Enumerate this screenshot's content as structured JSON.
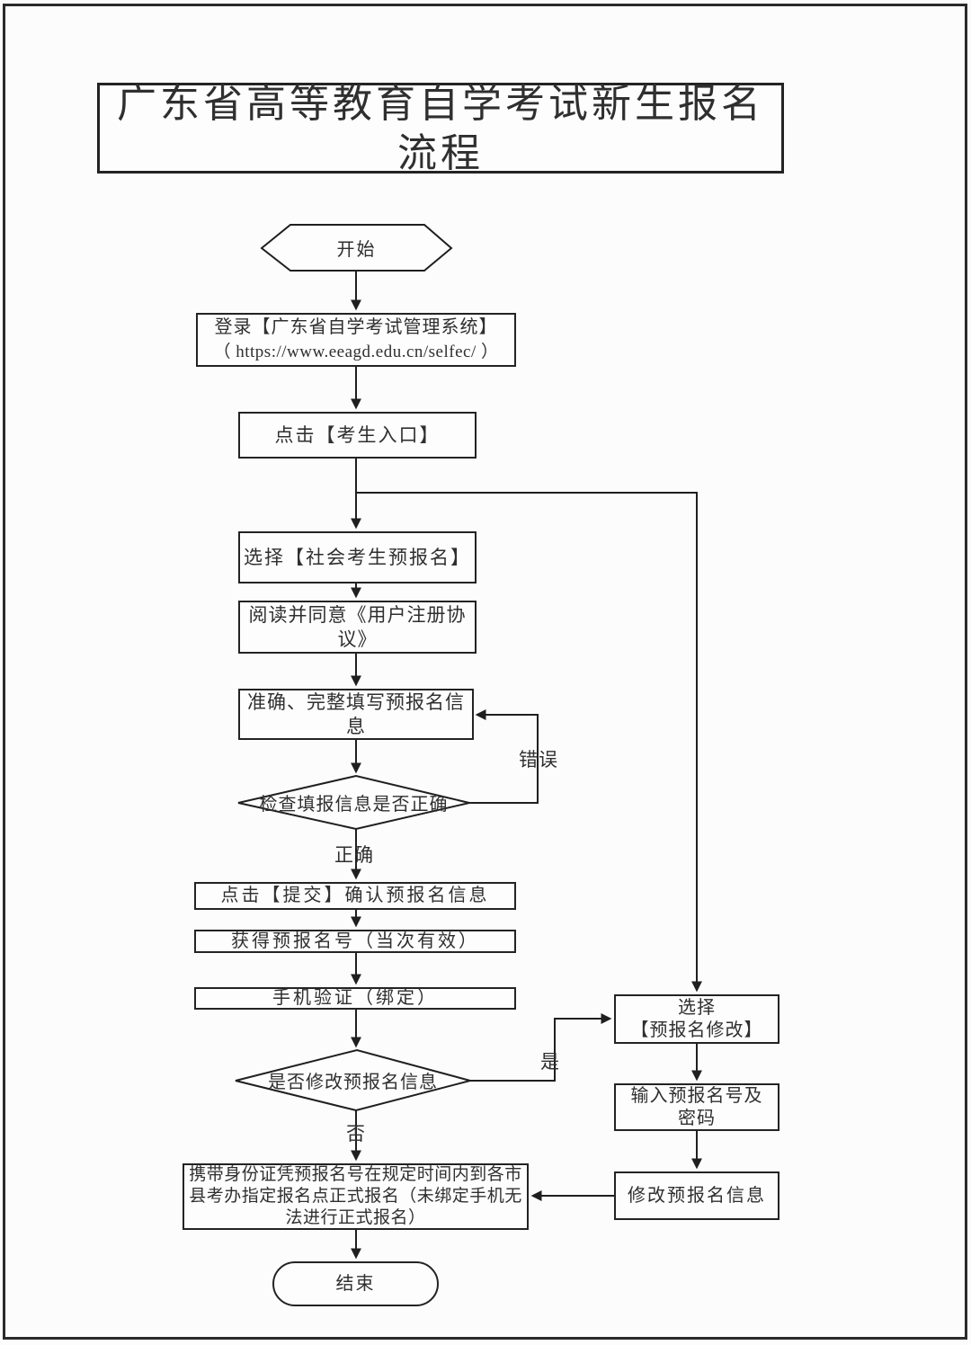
{
  "page": {
    "title": "广东省高等教育自学考试新生报名流程"
  },
  "flow": {
    "start": {
      "label": "开始"
    },
    "login": {
      "lines": [
        "登录【广东省自学考试管理系统】",
        "（ https://www.eeagd.edu.cn/selfec/ ）"
      ]
    },
    "entrance": {
      "label": "点击【考生入口】"
    },
    "choose_prereg": {
      "label": "选择【社会考生预报名】"
    },
    "agreement": {
      "label": "阅读并同意《用户注册协议》"
    },
    "fill_info": {
      "label": "准确、完整填写预报名信息"
    },
    "check_info": {
      "label": "检查填报信息是否正确"
    },
    "submit": {
      "label": "点击【提交】确认预报名信息"
    },
    "get_number": {
      "label": "获得预报名号（当次有效）"
    },
    "phone_verify": {
      "label": "手机验证（绑定）"
    },
    "modify_decision": {
      "label": "是否修改预报名信息"
    },
    "choose_modify": {
      "lines": [
        "选择",
        "【预报名修改】"
      ]
    },
    "input_number": {
      "lines": [
        "输入预报名号及",
        "密码"
      ]
    },
    "modify_info": {
      "label": "修改预报名信息"
    },
    "formal_reg": {
      "lines": [
        "携带身份证凭预报名号在规定时间内到各市",
        "县考办指定报名点正式报名（未绑定手机无",
        "法进行正式报名）"
      ]
    },
    "end": {
      "label": "结束"
    },
    "edge_labels": {
      "correct": "正确",
      "error": "错误",
      "yes": "是",
      "no": "否"
    }
  },
  "colors": {
    "line": "#1f1f1f",
    "border": "#2a2a2a",
    "text": "#2f2f2f",
    "background": "#fcfcfc"
  }
}
